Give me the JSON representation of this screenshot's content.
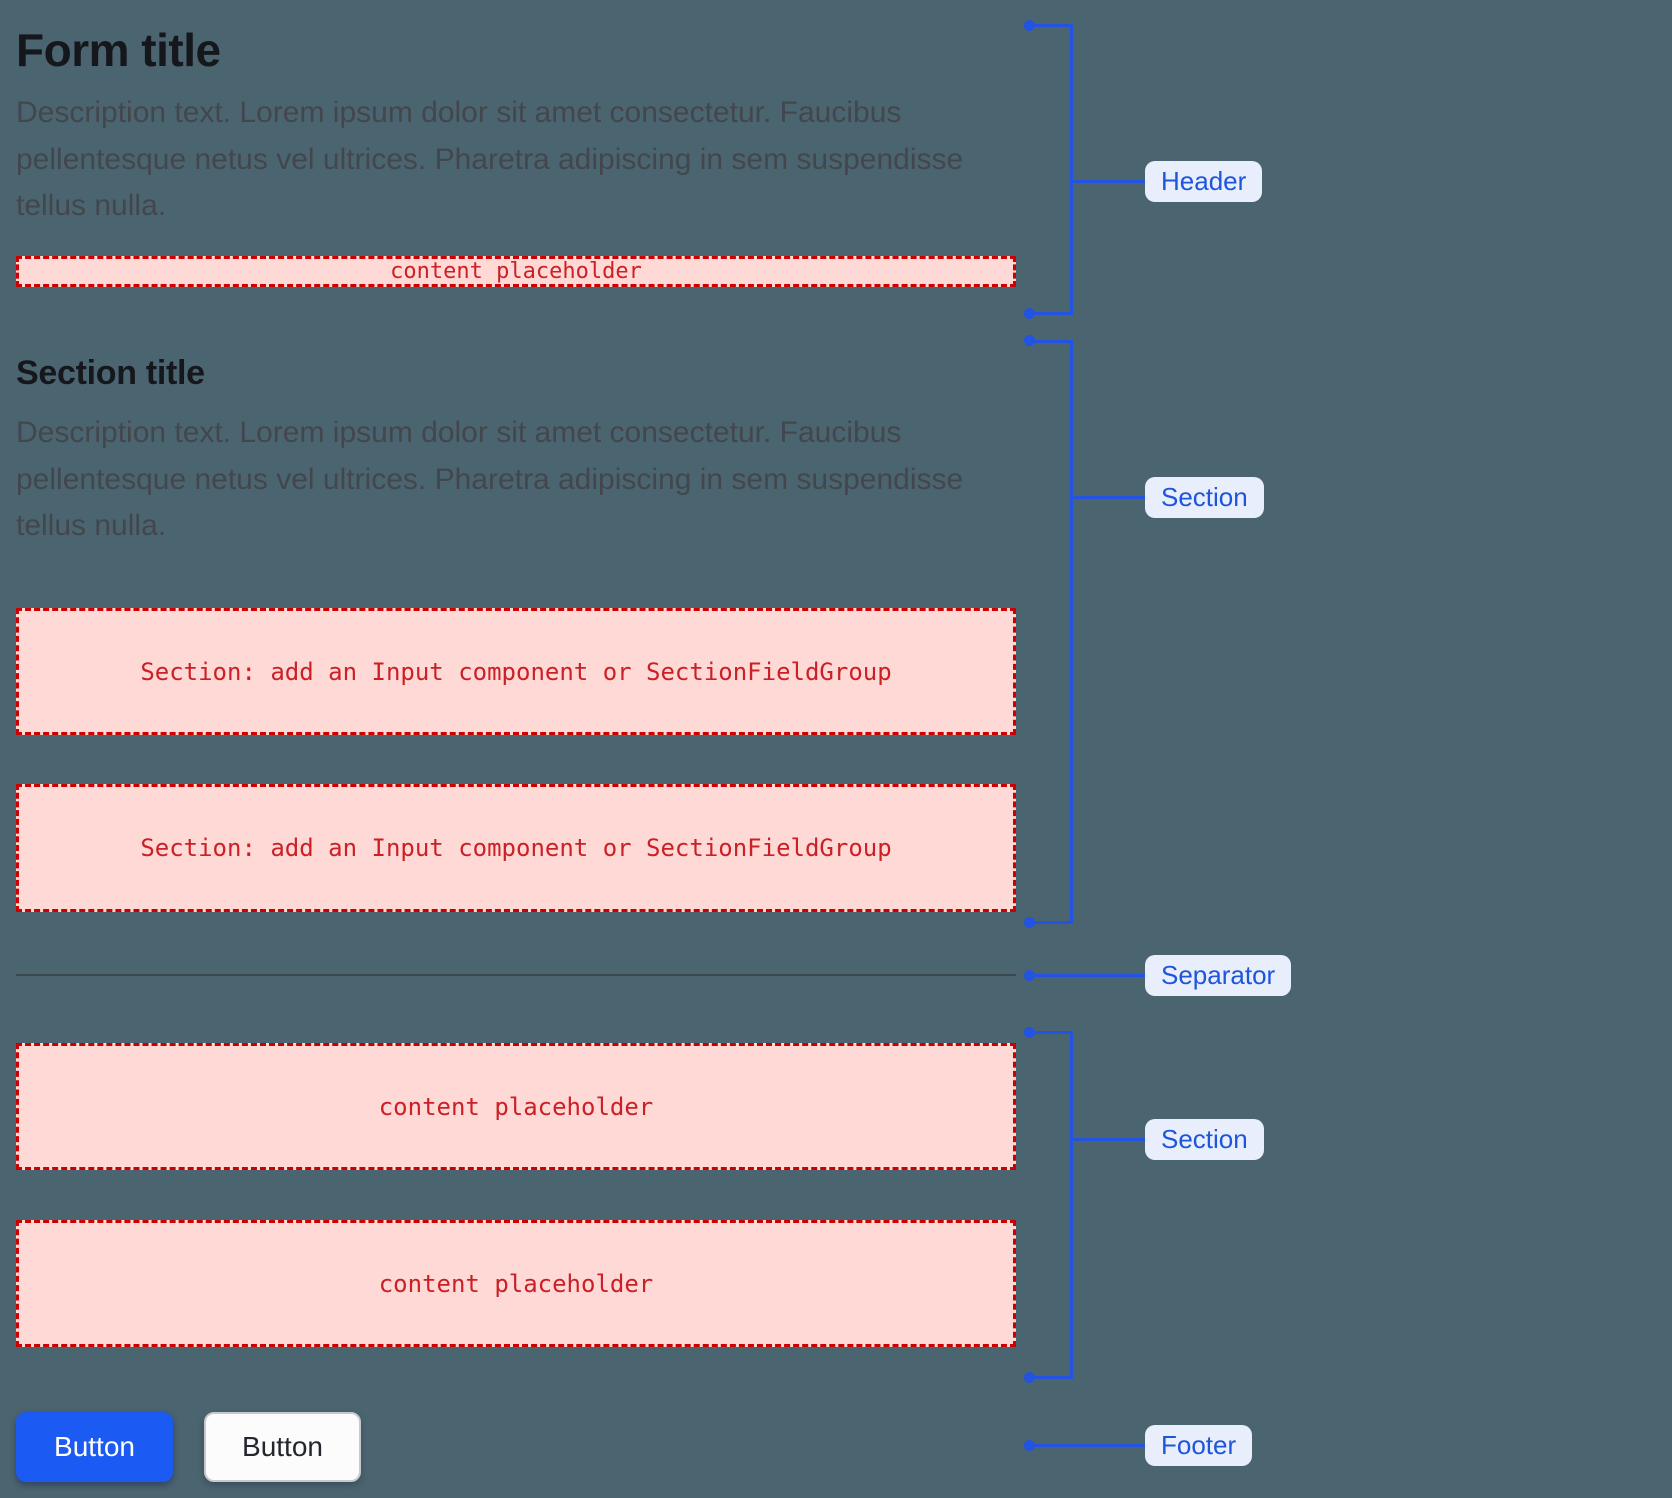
{
  "form": {
    "header": {
      "title": "Form title",
      "description": "Description text. Lorem ipsum dolor sit amet consectetur. Faucibus pellentesque netus vel ultrices. Pharetra adipiscing in sem suspendisse tellus nulla.",
      "placeholder": "content placeholder"
    },
    "section1": {
      "title": "Section title",
      "description": "Description text. Lorem ipsum dolor sit amet consectetur. Faucibus pellentesque netus vel ultrices. Pharetra adipiscing in sem suspendisse tellus nulla.",
      "slot1": "Section: add an Input component or SectionFieldGroup",
      "slot2": "Section: add an Input component or SectionFieldGroup"
    },
    "section2": {
      "slot1": "content placeholder",
      "slot2": "content placeholder"
    },
    "footer": {
      "primary_button": "Button",
      "secondary_button": "Button"
    }
  },
  "annotations": {
    "header": "Header",
    "section1": "Section",
    "separator": "Separator",
    "section2": "Section",
    "footer": "Footer"
  },
  "colors": {
    "background": "#4b6570",
    "title_text": "#16171c",
    "description_text": "#44464d",
    "placeholder_bg": "#ffd9d6",
    "placeholder_border": "#cc0000",
    "placeholder_text": "#cb2026",
    "annotation_accent": "#2253e2",
    "annotation_chip_bg": "#e9eefc",
    "annotation_chip_text": "#1d55dc",
    "separator_line": "#3d4750",
    "primary_button_bg": "#1b5bf3",
    "primary_button_text": "#ffffff",
    "secondary_button_bg": "#fcfcfd",
    "secondary_button_border": "#c8c9cf",
    "secondary_button_text": "#23262e"
  }
}
